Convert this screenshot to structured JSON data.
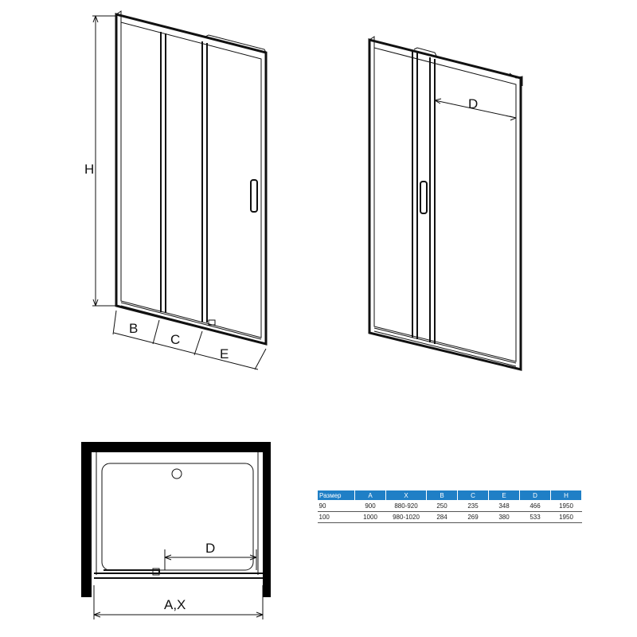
{
  "dimension_labels": {
    "h": "H",
    "b": "B",
    "c": "C",
    "e": "E",
    "d_elevation": "D",
    "d_plan": "D",
    "ax": "A,X"
  },
  "spec_table": {
    "headers": [
      "Размер",
      "A",
      "X",
      "B",
      "C",
      "E",
      "D",
      "H"
    ],
    "rows": [
      [
        "90",
        "900",
        "880-920",
        "250",
        "235",
        "348",
        "466",
        "1950"
      ],
      [
        "100",
        "1000",
        "980-1020",
        "284",
        "269",
        "380",
        "533",
        "1950"
      ]
    ]
  },
  "colors": {
    "header_blue": "#1f7fc6",
    "line": "#111111",
    "wall": "#000000"
  }
}
